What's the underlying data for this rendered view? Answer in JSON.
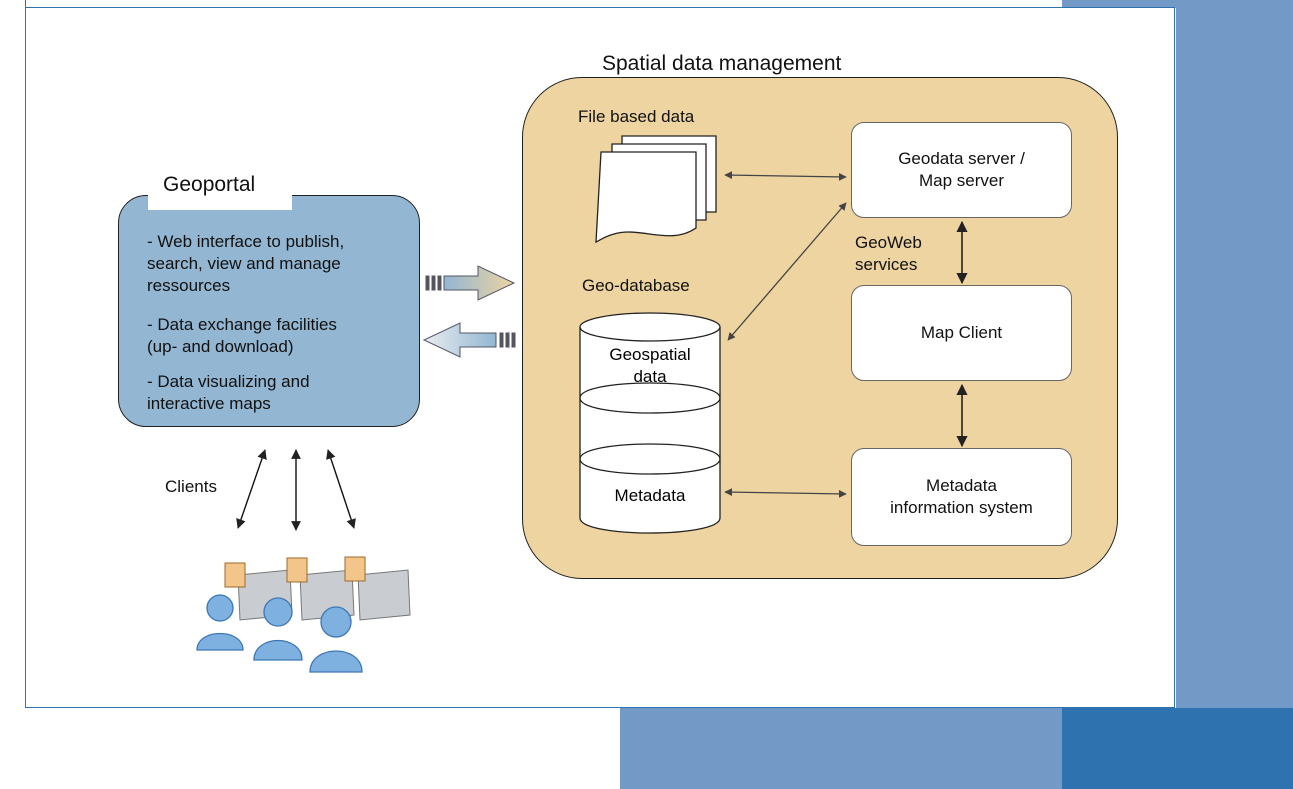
{
  "geoportal": {
    "title": "Geoportal",
    "items": [
      {
        "line1": "- Web interface to publish,",
        "line2": "search, view and manage",
        "line3": "ressources"
      },
      {
        "line1": "- Data exchange facilities",
        "line2": "(up- and download)"
      },
      {
        "line1": "- Data visualizing and",
        "line2": "interactive maps"
      }
    ]
  },
  "clients": {
    "label": "Clients"
  },
  "sdm": {
    "title": "Spatial data management",
    "file_label": "File based data",
    "geodb_label": "Geo-database",
    "geospatial": {
      "line1": "Geospatial",
      "line2": "data"
    },
    "metadata": "Metadata",
    "geodata_server": {
      "line1": "Geodata server /",
      "line2": "Map server"
    },
    "geoweb": {
      "line1": "GeoWeb",
      "line2": "services"
    },
    "map_client": "Map Client",
    "metadata_system": {
      "line1": "Metadata",
      "line2": "information system"
    }
  },
  "colors": {
    "geoportal_fill": "#93b6d2",
    "sdm_fill": "#edd4a0",
    "accent_blue": "#2e73b0",
    "side_blue": "#7399c6"
  }
}
